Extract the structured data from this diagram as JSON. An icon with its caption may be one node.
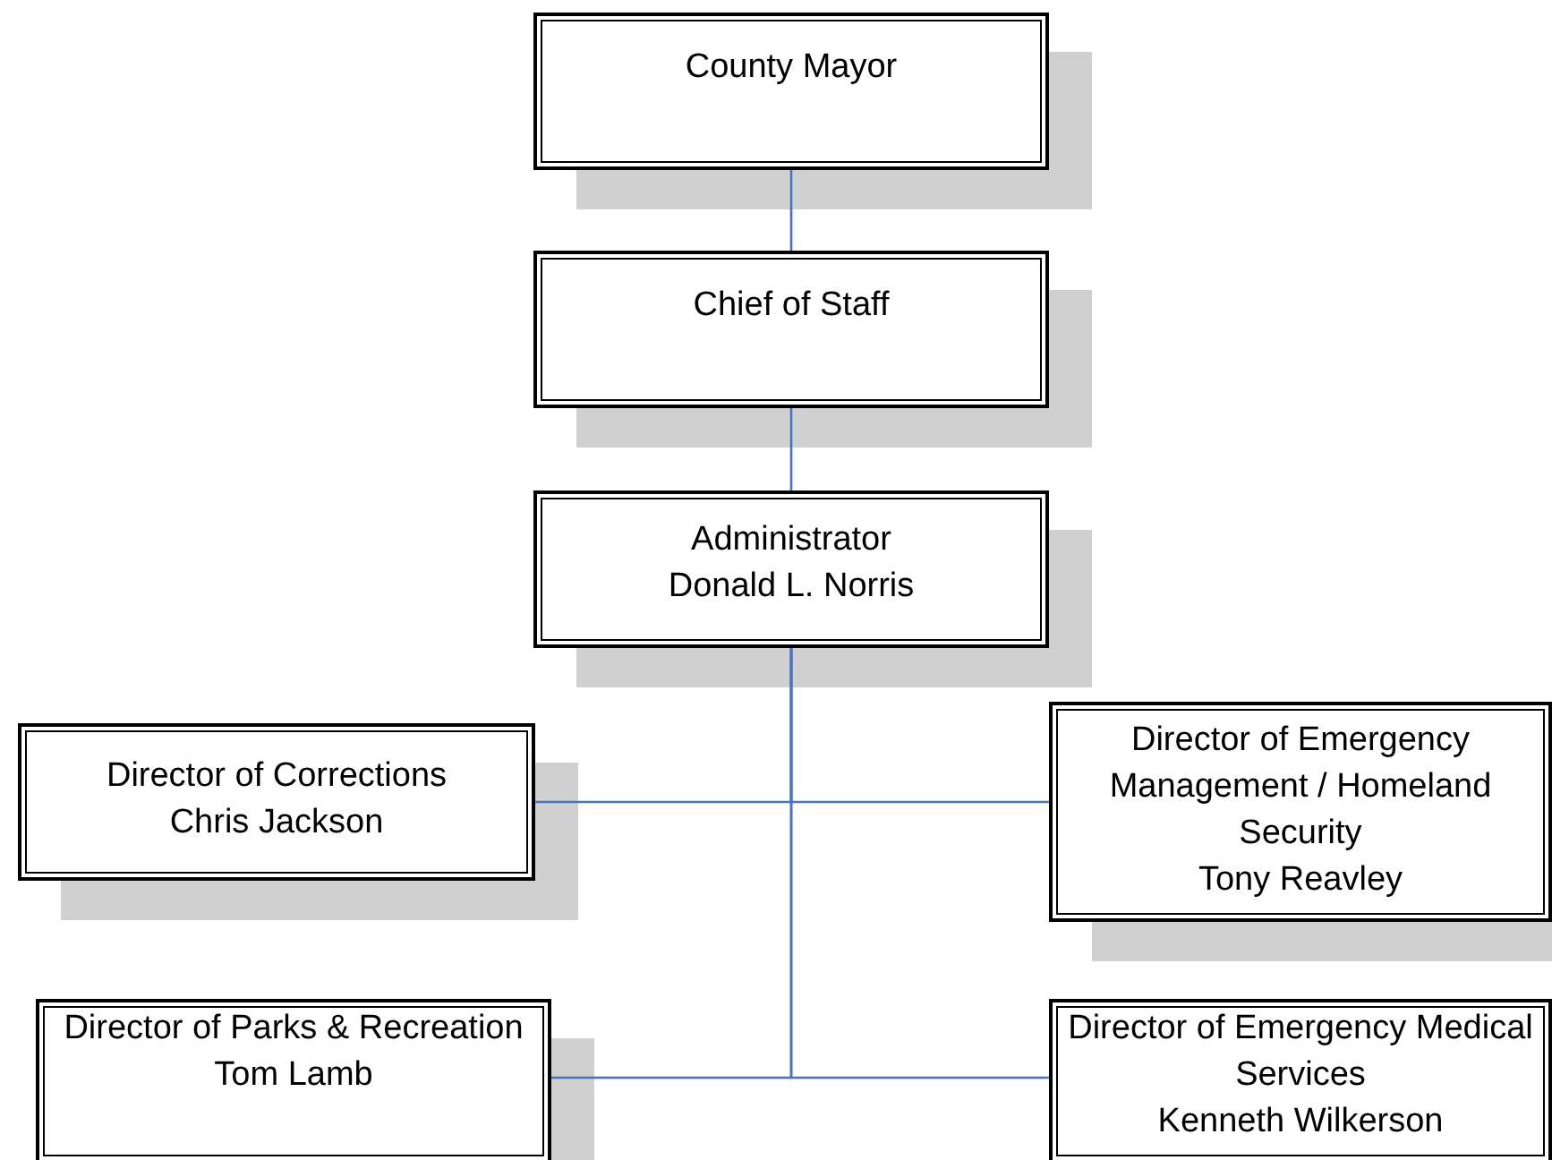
{
  "diagram": {
    "nodes": [
      {
        "text": [
          "County Mayor"
        ]
      },
      {
        "text": [
          "Chief of Staff"
        ]
      },
      {
        "text": [
          "Administrator",
          "Donald L. Norris"
        ]
      },
      {
        "text": [
          "Director of Corrections",
          "Chris Jackson"
        ]
      },
      {
        "text": [
          "Director of Emergency Management / Homeland Security",
          "Tony Reavley"
        ]
      },
      {
        "text": [
          "Director of Parks & Recreation",
          "Tom Lamb"
        ]
      },
      {
        "text": [
          "Director of Emergency Medical Services",
          "Kenneth Wilkerson"
        ]
      }
    ],
    "edges": [
      {
        "from": 0,
        "to": 1,
        "arrow": "none"
      },
      {
        "from": 1,
        "to": 2,
        "arrow": "none"
      },
      {
        "from": 2,
        "to": 3,
        "arrow": "none"
      },
      {
        "from": 2,
        "to": 4,
        "arrow": "none"
      },
      {
        "from": 2,
        "to": 5,
        "arrow": "none"
      },
      {
        "from": 2,
        "to": 6,
        "arrow": "none"
      }
    ]
  }
}
